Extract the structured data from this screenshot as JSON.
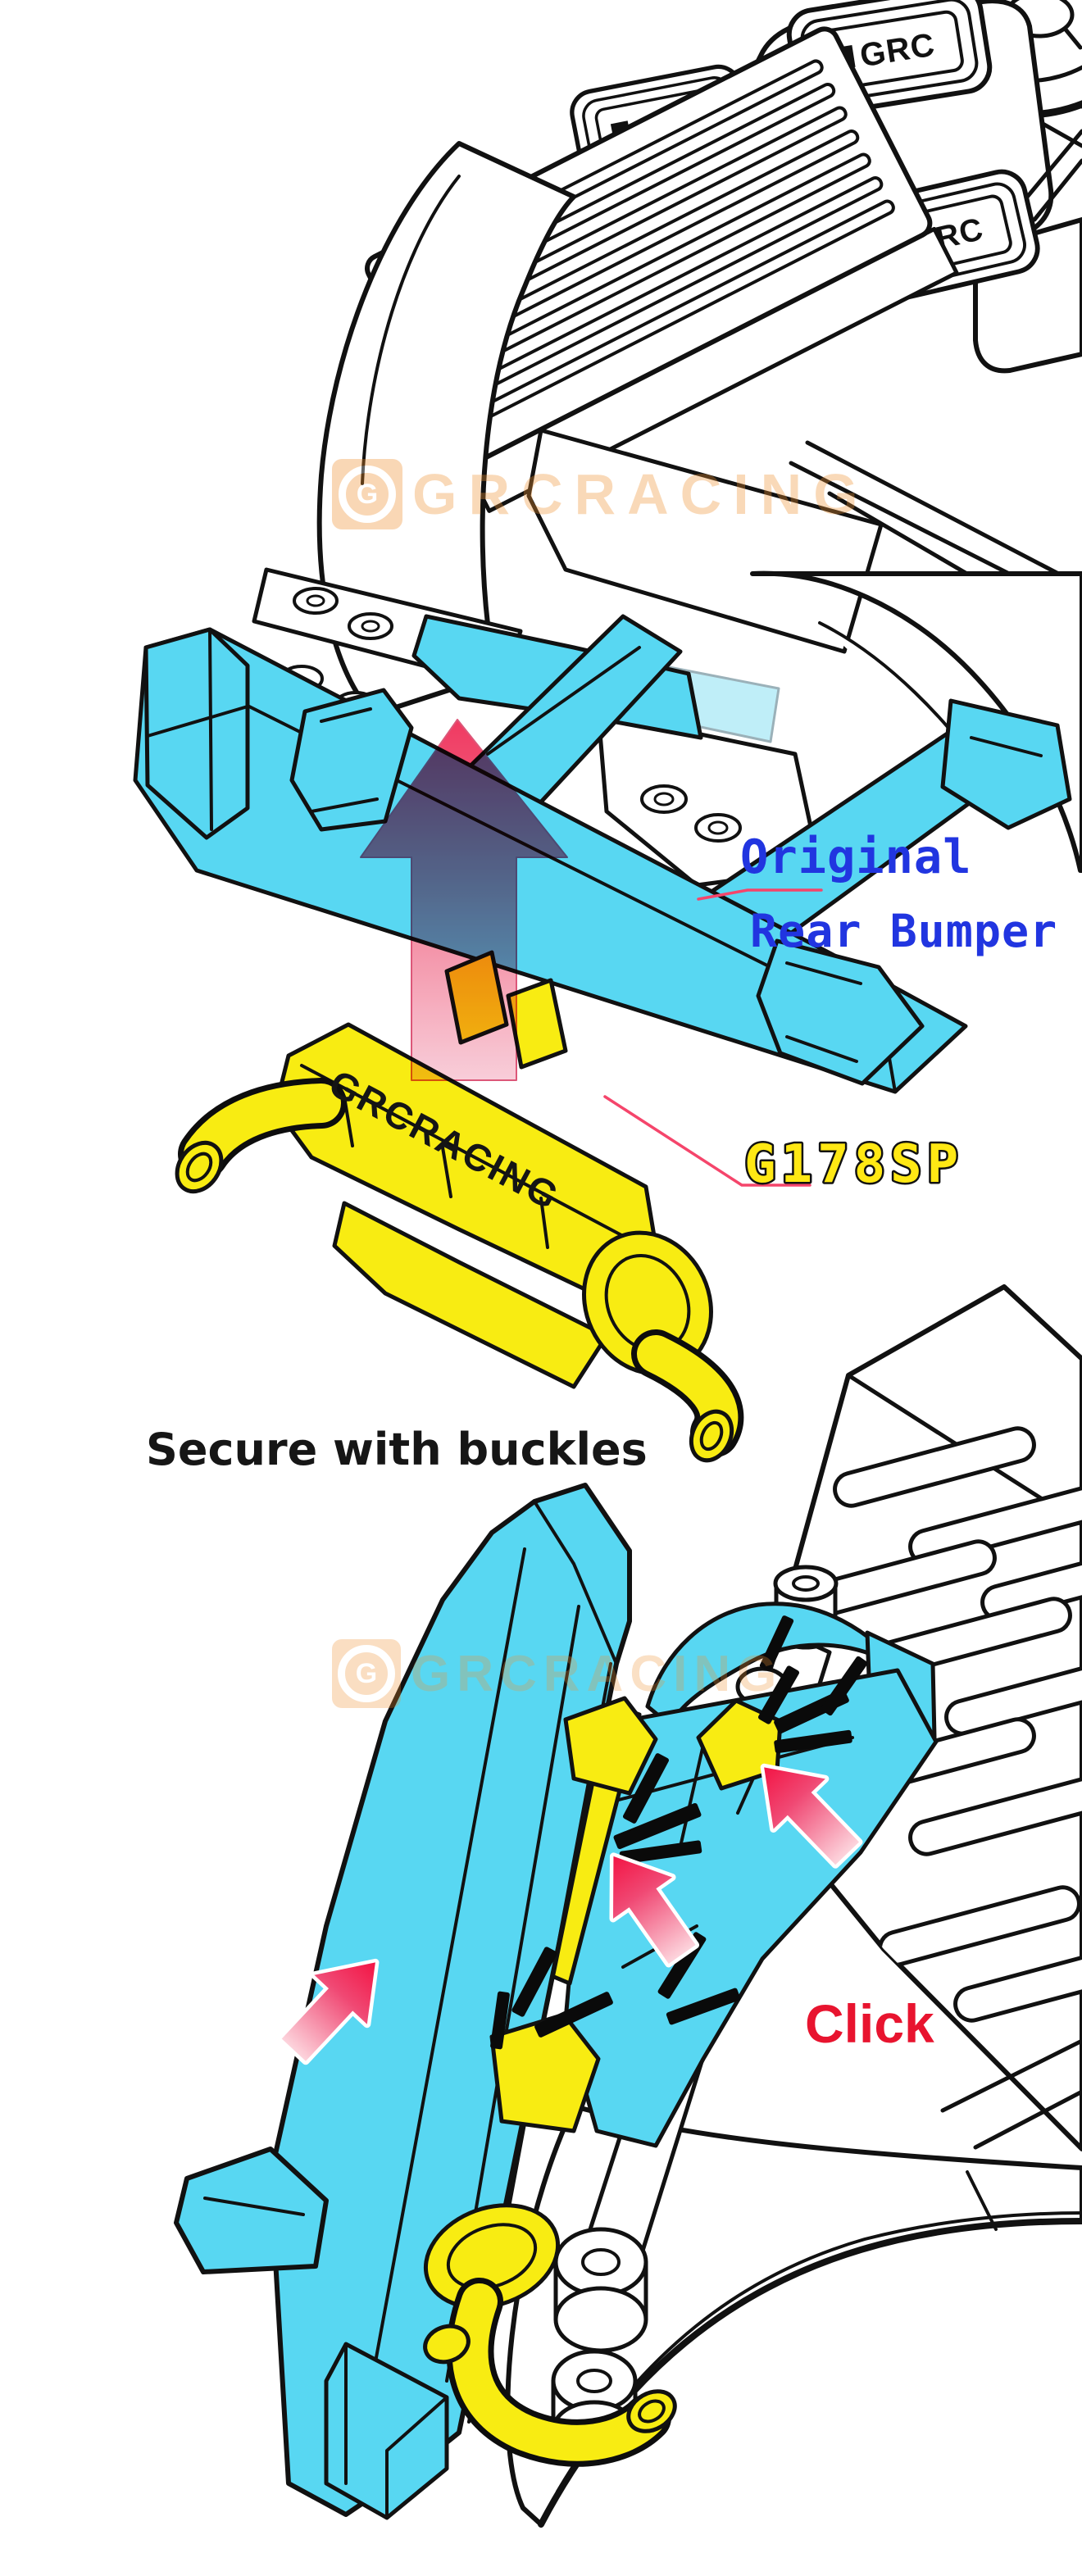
{
  "colors": {
    "highlight_cyan": "#58d7f2",
    "part_yellow": "#f8ec12",
    "label_blue": "#2135e0",
    "leader_red": "#f5456b",
    "arrow_red": "#f30f3f",
    "click_red": "#e8142f",
    "watermark_orange": "#ef9333",
    "outline_black": "#111111"
  },
  "diagram1": {
    "headrest_logo": "GRC",
    "part_embossed_text": "GRCRACING",
    "watermark": {
      "letter": "G",
      "text": "GRCRACING"
    },
    "labels": {
      "original_line1": "Original",
      "original_line2": "Rear Bumper",
      "part_code": "G178SP"
    }
  },
  "diagram2": {
    "title": "Secure with buckles",
    "click_label": "Click",
    "watermark": {
      "letter": "G",
      "text": "GRCRACING"
    }
  }
}
